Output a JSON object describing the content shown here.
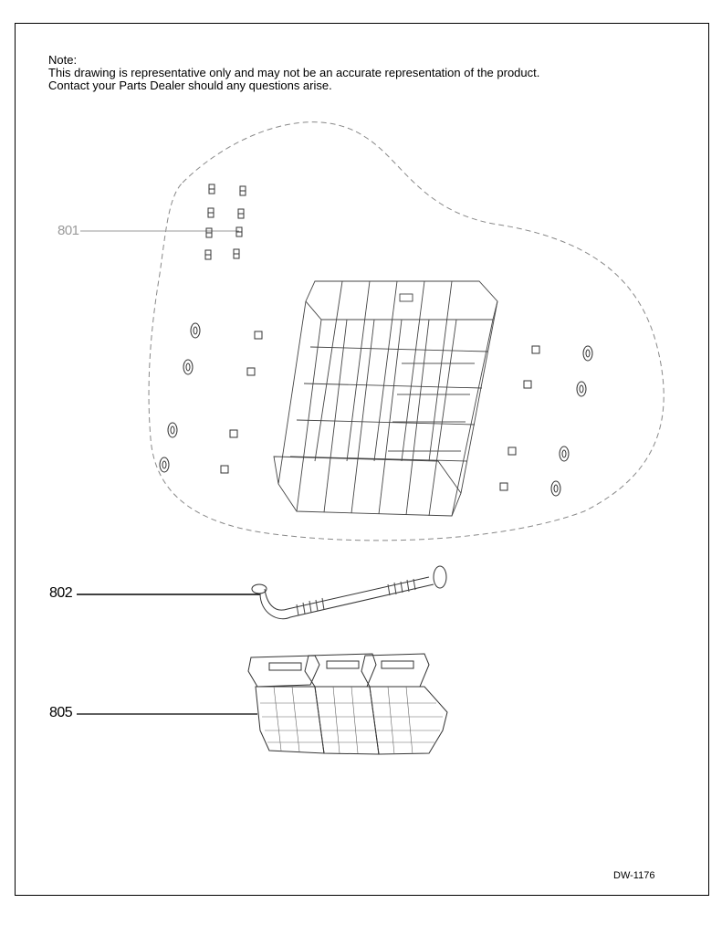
{
  "note": {
    "heading": "Note:",
    "line1": "This drawing is representative only and may not be an accurate representation of the product.",
    "line2": "Contact your Parts Dealer should any questions arise."
  },
  "callouts": {
    "part_801": "801",
    "part_802": "802",
    "part_805": "805"
  },
  "drawing_id": "DW-1176"
}
